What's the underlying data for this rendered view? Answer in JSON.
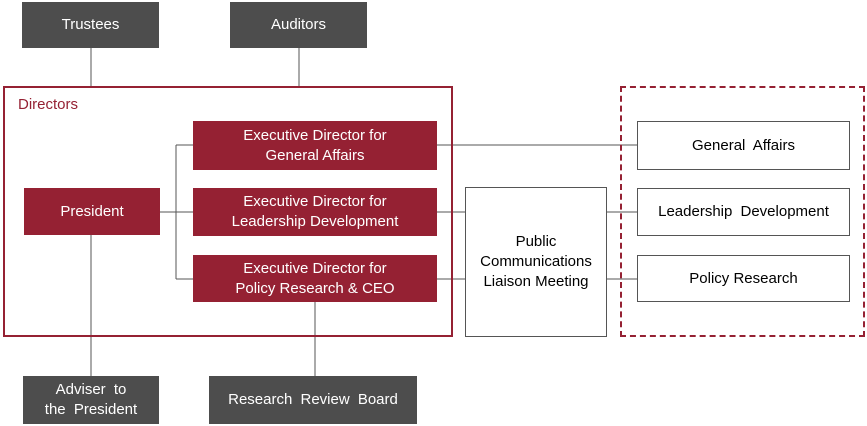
{
  "colors": {
    "accent": "#952133",
    "dark_box": "#4d4d4d",
    "line": "#555555"
  },
  "top": {
    "trustees": "Trustees",
    "auditors": "Auditors"
  },
  "directors": {
    "label": "Directors",
    "president": "President",
    "exec_general": "Executive Director for\nGeneral Affairs",
    "exec_leadership": "Executive Director for\nLeadership Development",
    "exec_policy": "Executive Director for\nPolicy Research & CEO"
  },
  "middle": {
    "liaison": "Public\nCommunications\nLiaison Meeting"
  },
  "departments": {
    "general": "General Affairs",
    "leadership": "Leadership Development",
    "policy": "Policy Research"
  },
  "bottom": {
    "adviser": "Adviser to\nthe President",
    "review_board": "Research Review Board"
  }
}
